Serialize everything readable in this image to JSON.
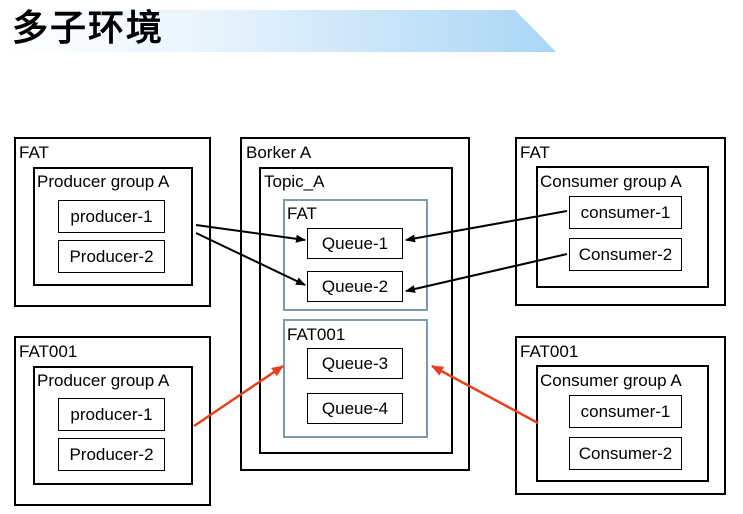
{
  "page": {
    "title": "多子环境",
    "colors": {
      "banner": "#bfe0f7",
      "group_border": "#7e97b3",
      "arrow_dark": "#000000",
      "arrow_red": "#e8401c"
    }
  },
  "left_fat": {
    "env": "FAT",
    "group": "Producer group A",
    "nodes": [
      "producer-1",
      "Producer-2"
    ]
  },
  "left_fat001": {
    "env": "FAT001",
    "group": "Producer group A",
    "nodes": [
      "producer-1",
      "Producer-2"
    ]
  },
  "broker": {
    "title": "Borker A",
    "topic": "Topic_A",
    "fat": {
      "env": "FAT",
      "queues": [
        "Queue-1",
        "Queue-2"
      ]
    },
    "fat001": {
      "env": "FAT001",
      "queues": [
        "Queue-3",
        "Queue-4"
      ]
    }
  },
  "right_fat": {
    "env": "FAT",
    "group": "Consumer group A",
    "nodes": [
      "consumer-1",
      "Consumer-2"
    ]
  },
  "right_fat001": {
    "env": "FAT001",
    "group": "Consumer group A",
    "nodes": [
      "consumer-1",
      "Consumer-2"
    ]
  }
}
